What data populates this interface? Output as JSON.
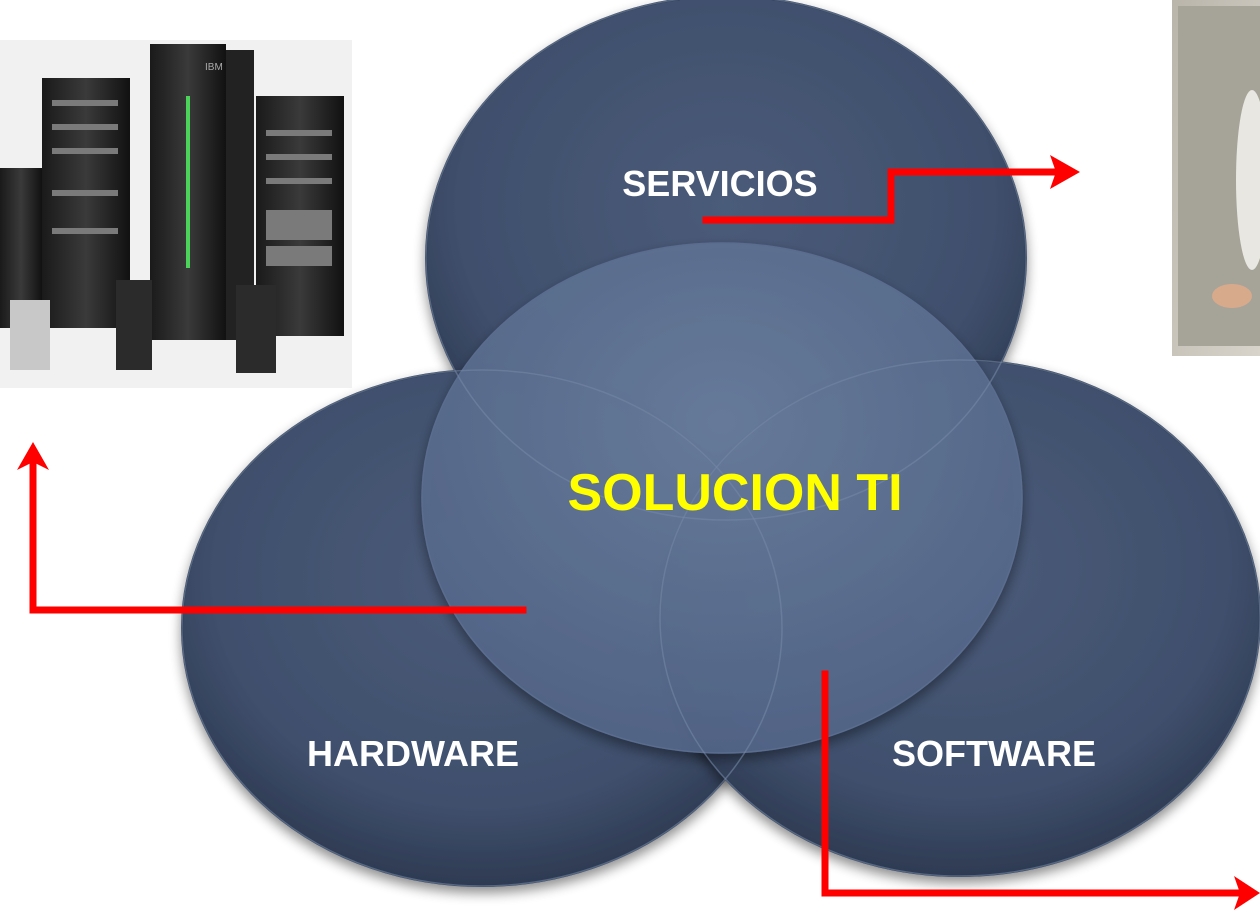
{
  "diagram": {
    "center_label": "SOLUCION TI",
    "circles": {
      "top": "SERVICIOS",
      "left": "HARDWARE",
      "right": "SOFTWARE"
    },
    "brand_mark": "IBM"
  },
  "colors": {
    "circle_fill": "#3f4f6c",
    "circle_dark": "#2c3850",
    "center_fill": "#5e7191",
    "label_white": "#ffffff",
    "center_text": "#ffff00",
    "arrow": "#ff0000",
    "photo_frame": "#c9c5bc"
  },
  "images": {
    "servers_photo": "ibm-servers-photo",
    "person_photo": "person-photo-cropped"
  }
}
